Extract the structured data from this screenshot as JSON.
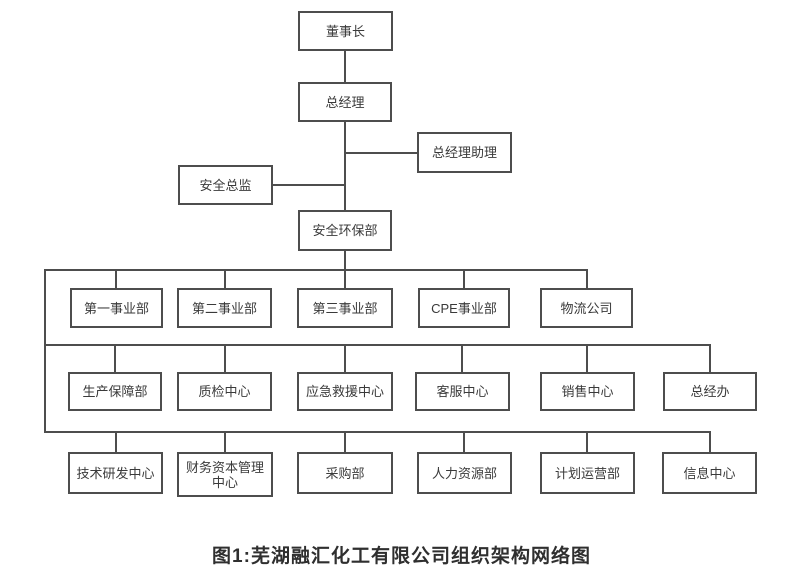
{
  "diagram": {
    "caption": "图1:芜湖融汇化工有限公司组织架构网络图",
    "colors": {
      "line": "#4d4d4d",
      "node_border": "#4d4d4d",
      "node_text": "#3a3a3a",
      "background": "#ffffff",
      "caption_text": "#2f2f2f"
    },
    "nodes": {
      "chairman": "董事长",
      "general_manager": "总经理",
      "gm_assistant": "总经理助理",
      "safety_director": "安全总监",
      "safety_env_dept": "安全环保部",
      "row1": [
        "第一事业部",
        "第二事业部",
        "第三事业部",
        "CPE事业部",
        "物流公司"
      ],
      "row2": [
        "生产保障部",
        "质检中心",
        "应急救援中心",
        "客服中心",
        "销售中心",
        "总经办"
      ],
      "row3": [
        "技术研发中心",
        "财务资本管理中心",
        "采购部",
        "人力资源部",
        "计划运营部",
        "信息中心"
      ]
    }
  }
}
